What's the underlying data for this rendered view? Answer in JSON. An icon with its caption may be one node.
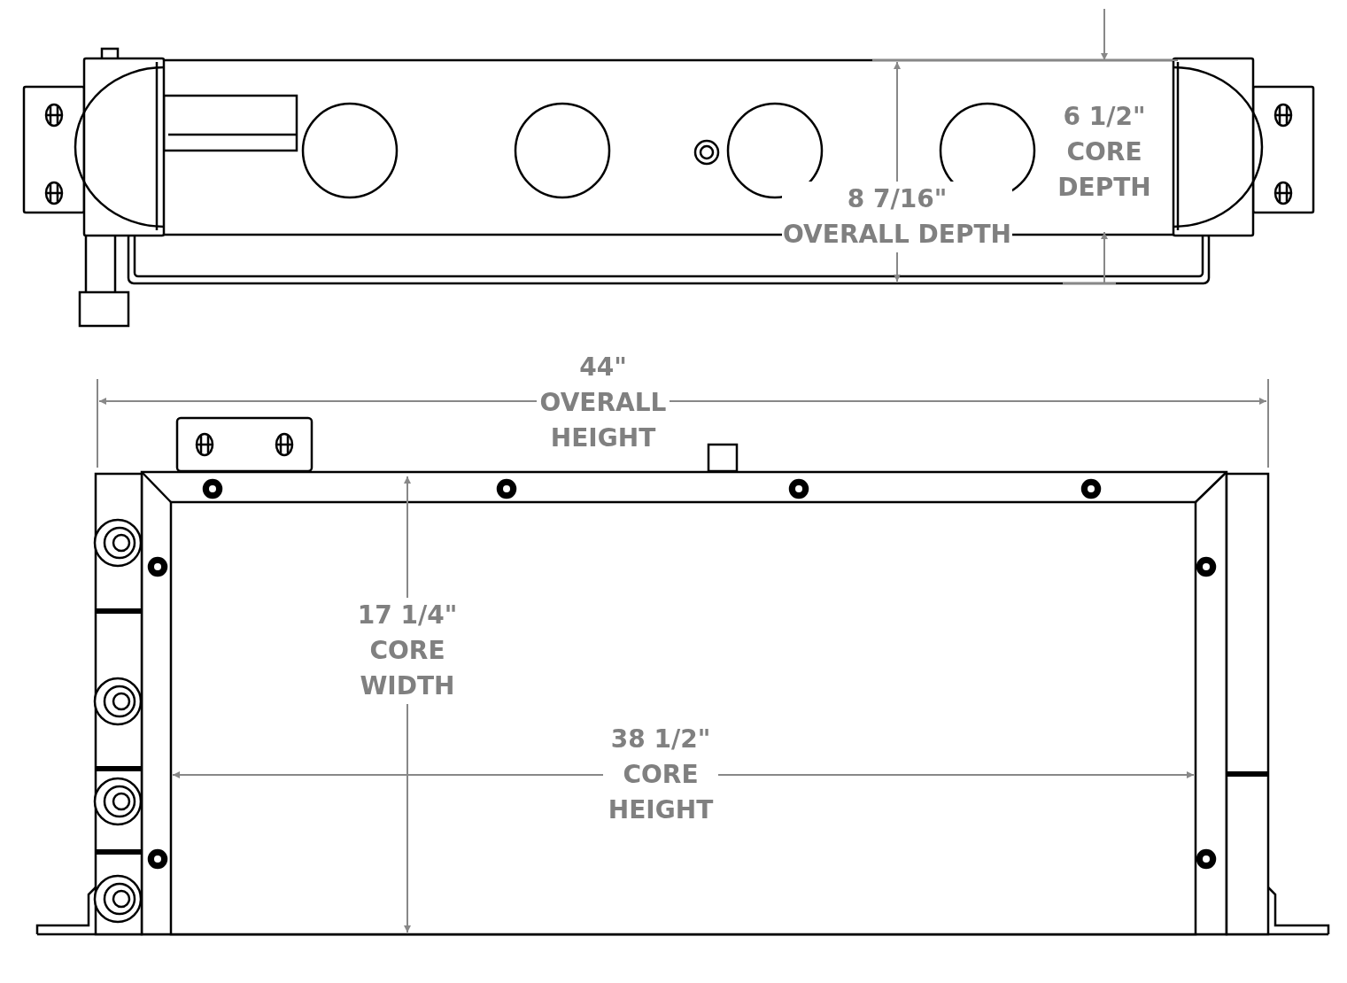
{
  "diagram": {
    "labels": [
      "6 1/2\" CORE DEPTH",
      "8 7/16\" OVERALL DEPTH",
      "44\" OVERALL HEIGHT",
      "17 1/4\" CORE WIDTH",
      "38 1/2\" CORE HEIGHT"
    ]
  }
}
